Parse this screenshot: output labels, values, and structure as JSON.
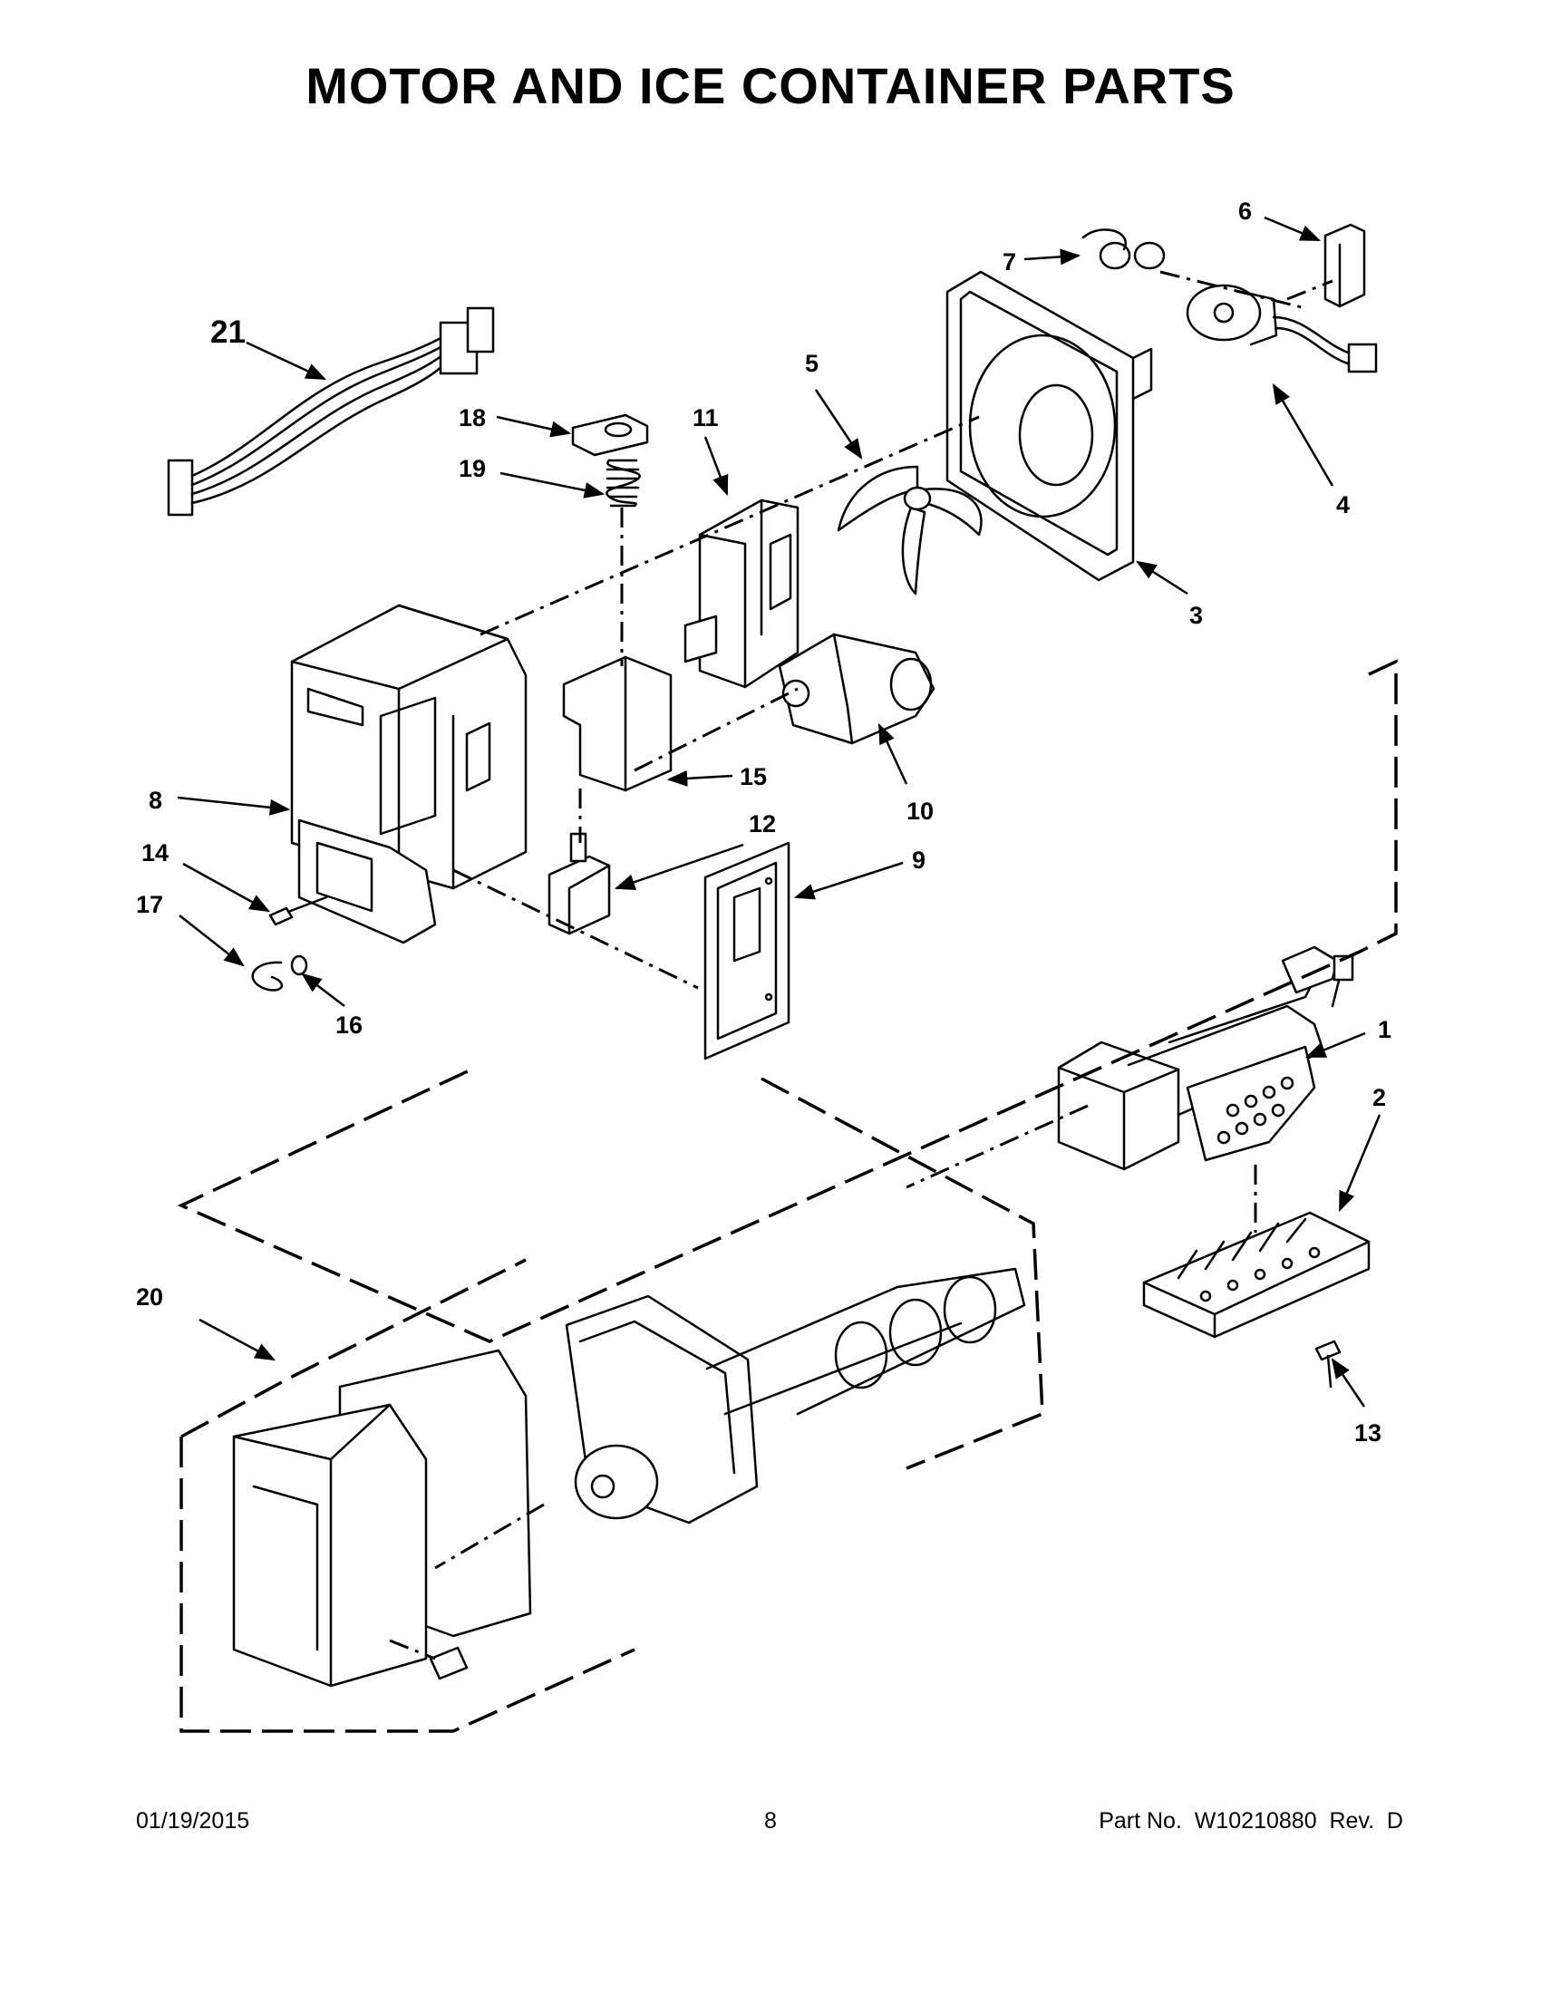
{
  "title": "MOTOR AND ICE CONTAINER PARTS",
  "callouts": {
    "c1": "1",
    "c2": "2",
    "c3": "3",
    "c4": "4",
    "c5": "5",
    "c6": "6",
    "c7": "7",
    "c8": "8",
    "c9": "9",
    "c10": "10",
    "c11": "11",
    "c12": "12",
    "c13": "13",
    "c14": "14",
    "c15": "15",
    "c16": "16",
    "c17": "17",
    "c18": "18",
    "c19": "19",
    "c20": "20",
    "c21": "21"
  },
  "footer": {
    "date": "01/19/2015",
    "page": "8",
    "part": "Part No.  W10210880  Rev.  D"
  }
}
